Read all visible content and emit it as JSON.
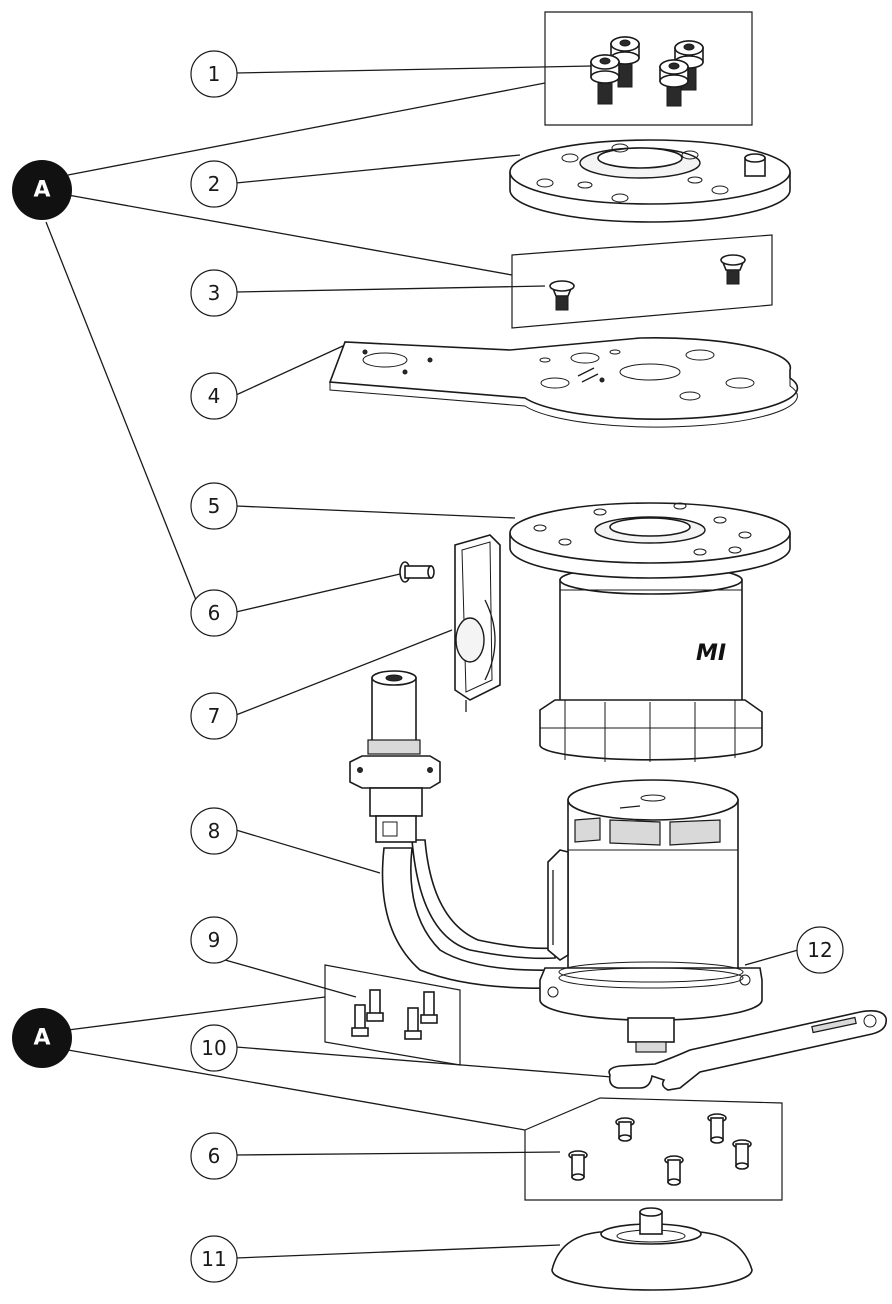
{
  "badges": {
    "a_top": "A",
    "a_bottom": "A"
  },
  "callouts": {
    "c1": "1",
    "c2": "2",
    "c3": "3",
    "c4": "4",
    "c5": "5",
    "c6a": "6",
    "c7": "7",
    "c8": "8",
    "c9": "9",
    "c10": "10",
    "c6b": "6",
    "c11": "11",
    "c12": "12"
  },
  "logo_text": "MI",
  "colors": {
    "line": "#1a1a1a",
    "badge": "#111111",
    "background": "#ffffff"
  }
}
